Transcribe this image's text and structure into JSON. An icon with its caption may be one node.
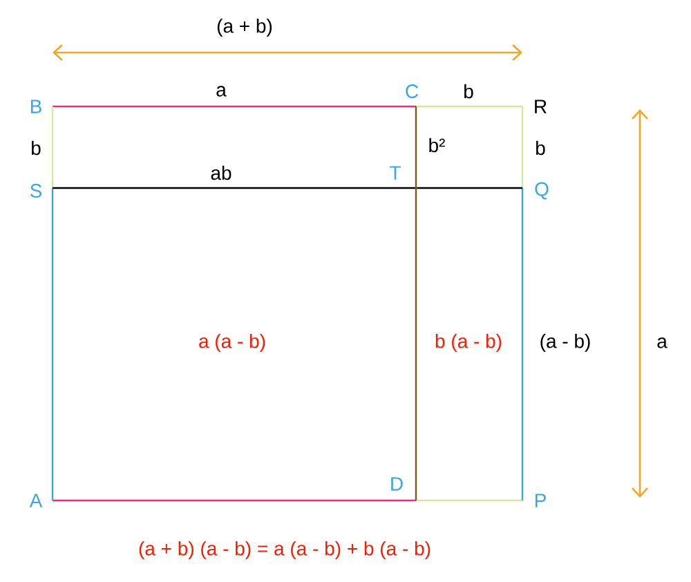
{
  "diagram": {
    "labels": [
      "(a + b)",
      "B",
      "a",
      "C",
      "b",
      "R",
      "b",
      "b²",
      "b",
      "S",
      "ab",
      "T",
      "Q",
      "a (a - b)",
      "b (a - b)",
      "(a - b)",
      "a",
      "A",
      "D",
      "P",
      "(a + b) (a - b) = a (a - b) + b (a - b)"
    ]
  }
}
